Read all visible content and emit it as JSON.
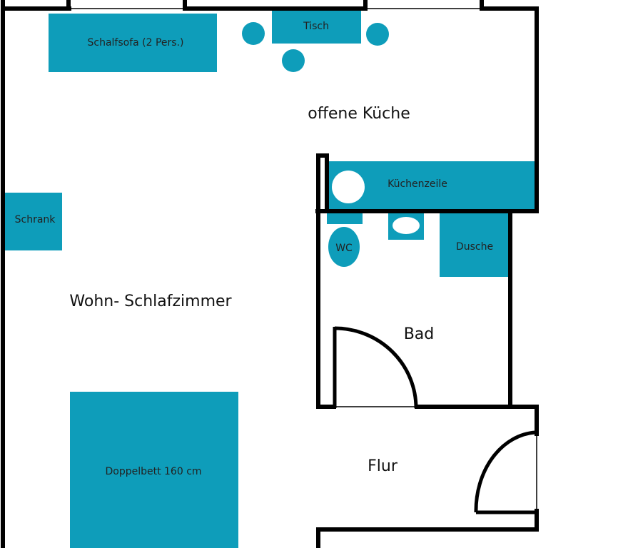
{
  "labels": {
    "schlafsofa": "Schalfsofa (2 Pers.)",
    "tisch": "Tisch",
    "offene_kueche": "offene Küche",
    "kuechenzeile": "Küchenzeile",
    "schrank": "Schrank",
    "wc": "WC",
    "dusche": "Dusche",
    "wohn_schlafzimmer": "Wohn- Schlafzimmer",
    "bad": "Bad",
    "doppelbett": "Doppelbett 160 cm",
    "flur": "Flur"
  },
  "colors": {
    "furniture": "#0e9dba",
    "walls": "#000000",
    "background": "#ffffff"
  }
}
